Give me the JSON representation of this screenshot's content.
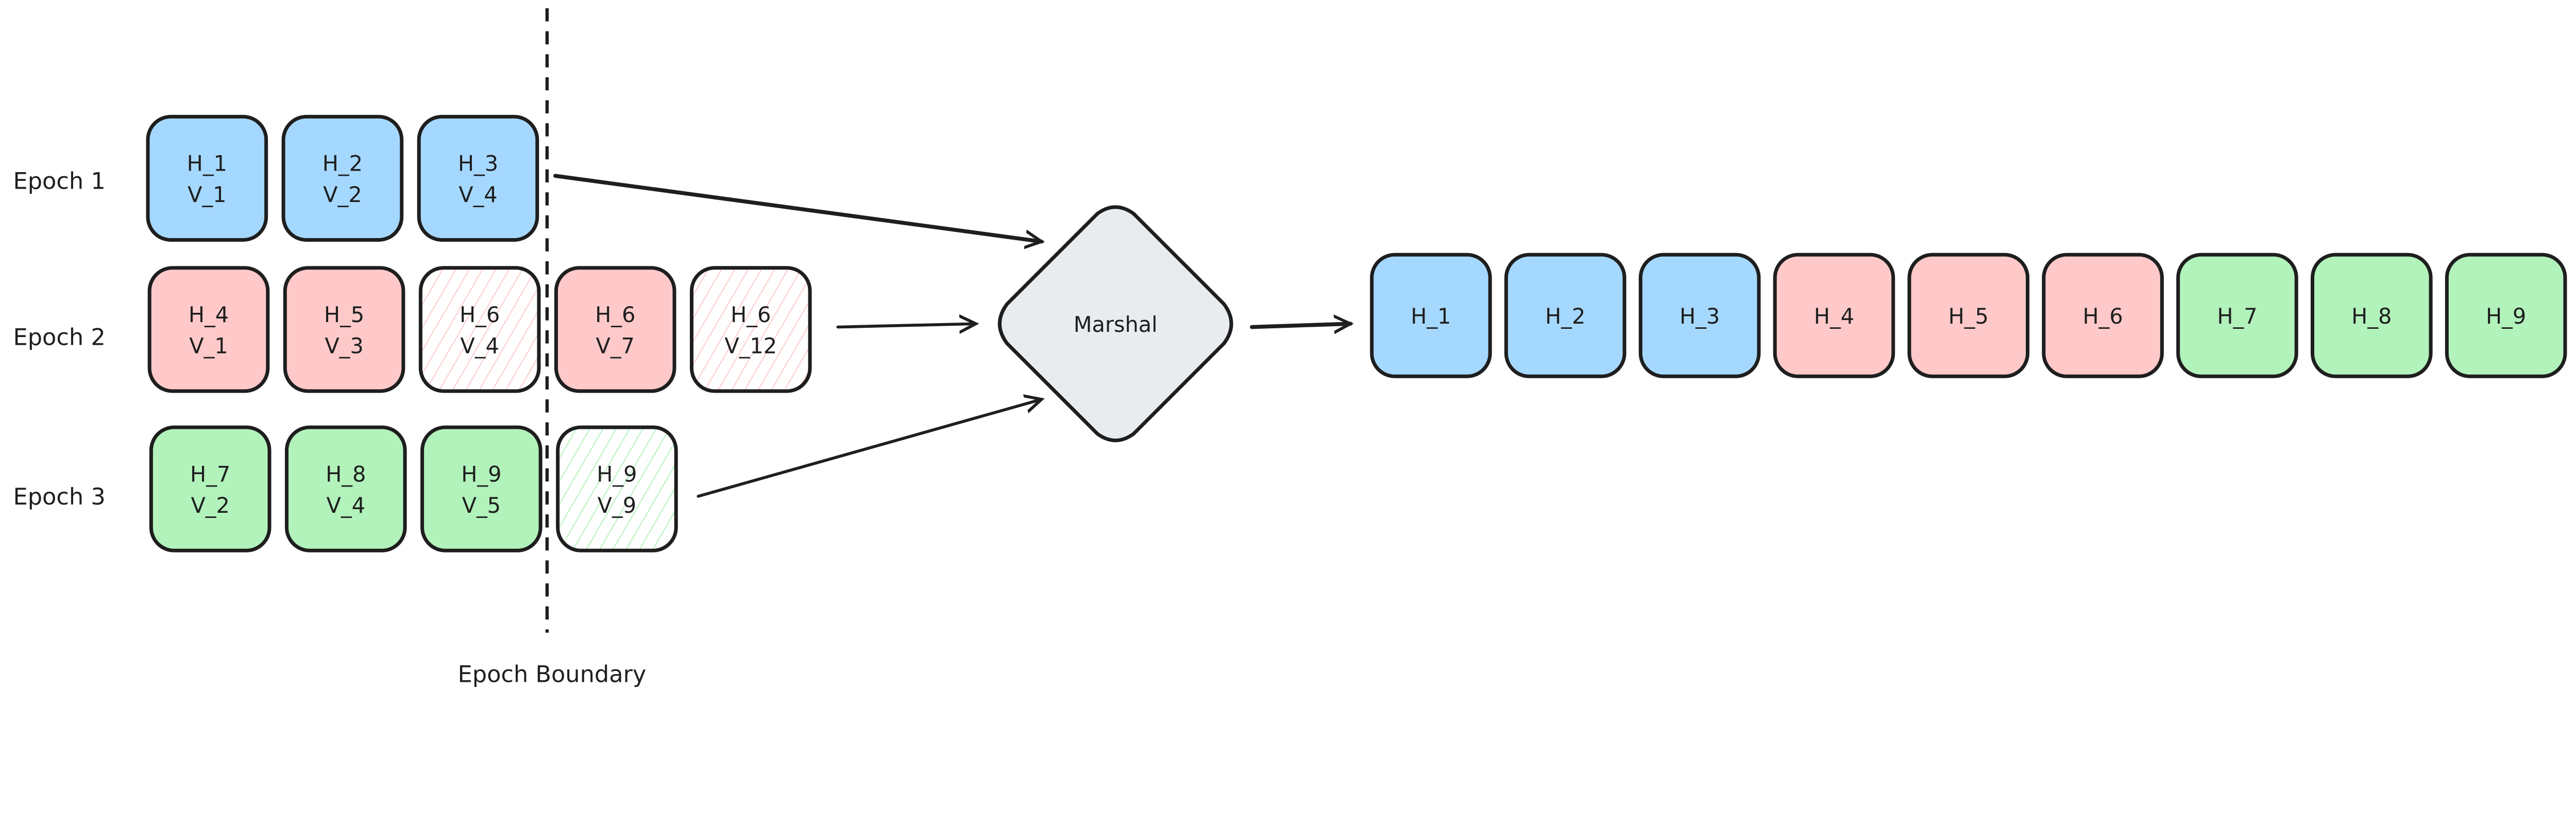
{
  "colors": {
    "stroke": "#1e1e1e",
    "epoch1": "#a5d8ff",
    "epoch2": "#ffc9c9",
    "epoch3": "#b2f2bb",
    "marshal": "#e9ecef"
  },
  "epochs": [
    {
      "label": "Epoch 1",
      "color_key": "epoch1",
      "cells": [
        {
          "h": "H_1",
          "v": "V_1",
          "hatched": false
        },
        {
          "h": "H_2",
          "v": "V_2",
          "hatched": false
        },
        {
          "h": "H_3",
          "v": "V_4",
          "hatched": false
        }
      ]
    },
    {
      "label": "Epoch 2",
      "color_key": "epoch2",
      "cells": [
        {
          "h": "H_4",
          "v": "V_1",
          "hatched": false
        },
        {
          "h": "H_5",
          "v": "V_3",
          "hatched": false
        },
        {
          "h": "H_6",
          "v": "V_4",
          "hatched": true
        },
        {
          "h": "H_6",
          "v": "V_7",
          "hatched": false
        },
        {
          "h": "H_6",
          "v": "V_12",
          "hatched": true
        }
      ]
    },
    {
      "label": "Epoch 3",
      "color_key": "epoch3",
      "cells": [
        {
          "h": "H_7",
          "v": "V_2",
          "hatched": false
        },
        {
          "h": "H_8",
          "v": "V_4",
          "hatched": false
        },
        {
          "h": "H_9",
          "v": "V_5",
          "hatched": false
        },
        {
          "h": "H_9",
          "v": "V_9",
          "hatched": true
        }
      ]
    }
  ],
  "boundary_label": "Epoch Boundary",
  "marshal_label": "Marshal",
  "output": [
    {
      "label": "H_1",
      "color_key": "epoch1"
    },
    {
      "label": "H_2",
      "color_key": "epoch1"
    },
    {
      "label": "H_3",
      "color_key": "epoch1"
    },
    {
      "label": "H_4",
      "color_key": "epoch2"
    },
    {
      "label": "H_5",
      "color_key": "epoch2"
    },
    {
      "label": "H_6",
      "color_key": "epoch2"
    },
    {
      "label": "H_7",
      "color_key": "epoch3"
    },
    {
      "label": "H_8",
      "color_key": "epoch3"
    },
    {
      "label": "H_9",
      "color_key": "epoch3"
    }
  ]
}
